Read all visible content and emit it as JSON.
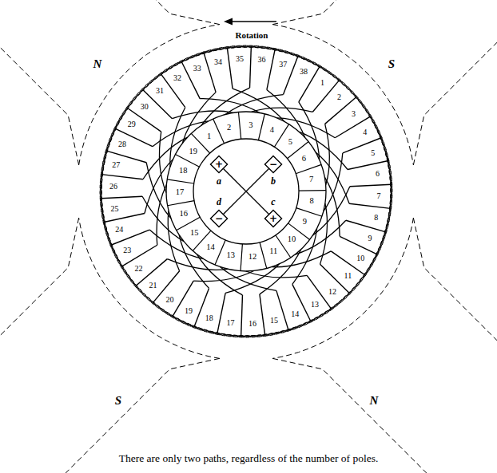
{
  "diagram": {
    "caption": "There are only two paths, regardless of the number of poles.",
    "nodes": [
      {
        "text": [
          "1"
        ]
      },
      {
        "text": [
          "2"
        ]
      },
      {
        "text": [
          "3"
        ]
      },
      {
        "text": [
          "4"
        ]
      },
      {
        "text": [
          "5"
        ]
      },
      {
        "text": [
          "6"
        ]
      },
      {
        "text": [
          "7"
        ]
      },
      {
        "text": [
          "8"
        ]
      },
      {
        "text": [
          "9"
        ]
      },
      {
        "text": [
          "10"
        ]
      },
      {
        "text": [
          "11"
        ]
      },
      {
        "text": [
          "12"
        ]
      },
      {
        "text": [
          "13"
        ]
      },
      {
        "text": [
          "14"
        ]
      },
      {
        "text": [
          "15"
        ]
      },
      {
        "text": [
          "16"
        ]
      },
      {
        "text": [
          "17"
        ]
      },
      {
        "text": [
          "18"
        ]
      },
      {
        "text": [
          "19"
        ]
      },
      {
        "text": [
          "+"
        ]
      },
      {
        "text": [
          "−"
        ]
      },
      {
        "text": [
          "+"
        ]
      },
      {
        "text": [
          "−"
        ]
      }
    ],
    "edges": [
      {
        "from": 19,
        "to": 21,
        "arrow": "none"
      },
      {
        "from": 20,
        "to": 22,
        "arrow": "none"
      }
    ],
    "labels": [
      "Rotation",
      "N",
      "S",
      "1",
      "2",
      "3",
      "4",
      "5",
      "6",
      "7",
      "8",
      "9",
      "10",
      "11",
      "12",
      "13",
      "14",
      "15",
      "16",
      "17",
      "18",
      "19",
      "20",
      "21",
      "22",
      "23",
      "24",
      "25",
      "26",
      "27",
      "28",
      "29",
      "30",
      "31",
      "32",
      "33",
      "34",
      "35",
      "36",
      "37",
      "38",
      "a",
      "b",
      "c",
      "d",
      "S",
      "N"
    ]
  }
}
